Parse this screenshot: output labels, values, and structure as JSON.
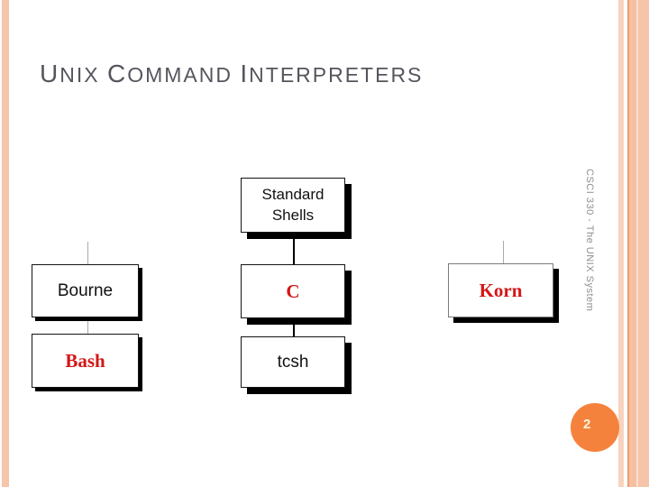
{
  "slide": {
    "title": "UNIX COMMAND INTERPRETERS",
    "sidebar_text": "CSCI 330 - The UNIX System",
    "page_number": "2"
  },
  "diagram": {
    "type": "tree",
    "nodes": {
      "standard_shells": {
        "label": "Standard Shells",
        "text_color": "#111111"
      },
      "bourne": {
        "label": "Bourne",
        "text_color": "#111111"
      },
      "c": {
        "label": "C",
        "text_color": "#d31717"
      },
      "korn": {
        "label": "Korn",
        "text_color": "#d31717"
      },
      "bash": {
        "label": "Bash",
        "text_color": "#d31717"
      },
      "tcsh": {
        "label": "tcsh",
        "text_color": "#111111"
      }
    },
    "edges": [
      {
        "from": "standard_shells",
        "to": "c",
        "style": "black"
      },
      {
        "from": "c",
        "to": "tcsh",
        "style": "black"
      },
      {
        "from": "bourne",
        "to": "bash",
        "style": "gray"
      },
      {
        "stub_above": "bourne",
        "style": "gray"
      },
      {
        "stub_above": "korn",
        "style": "gray"
      }
    ]
  },
  "colors": {
    "accent_red": "#d31717",
    "title_gray": "#55555e",
    "stripe_salmon": "#f6c5aa",
    "stripe_accent": "#ef9e70",
    "page_circle_orange": "#f5823c",
    "shadow_black": "#000000"
  }
}
